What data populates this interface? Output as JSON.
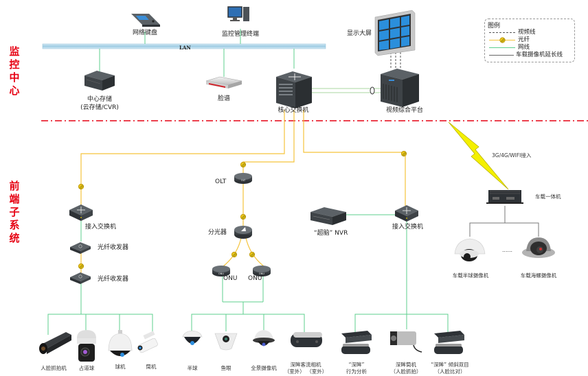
{
  "sections": {
    "control_center": "监控中心",
    "front_end": "前端子系统"
  },
  "legend": {
    "title": "图例",
    "items": [
      {
        "key": "video",
        "label": "视频线",
        "style": "dashed",
        "color": "#555555"
      },
      {
        "key": "fiber",
        "label": "光纤",
        "style": "solid-with-node",
        "color": "#f5c33b"
      },
      {
        "key": "ethernet",
        "label": "网线",
        "style": "solid",
        "color": "#5dcf8d"
      },
      {
        "key": "vehicle",
        "label": "车载摄像机延长线",
        "style": "solid",
        "color": "#666666"
      }
    ]
  },
  "colors": {
    "section_label": "#e60012",
    "divider": "#e60012",
    "fiber": "#f5c33b",
    "ethernet": "#5dcf8d",
    "lan_bus": "#a9d3e8",
    "device_dark": "#3d4246",
    "lightning": "#f4f000"
  },
  "center": {
    "lan_label": "LAN",
    "network_keyboard": "网络键盘",
    "mgmt_terminal": "监控管理终端",
    "central_storage": "中心存储",
    "central_storage_sub": "(云存储/CVR)",
    "face_library": "脸谱",
    "core_switch": "核心交换机",
    "video_wall": "显示大屏",
    "video_platform": "视频综合平台"
  },
  "front": {
    "left_branch": {
      "access_switch": "接入交换机",
      "transceiver_1": "光纤收发器",
      "transceiver_2": "光纤收发器"
    },
    "middle_branch": {
      "olt": "OLT",
      "olt_badge": "OLT",
      "splitter": "分光器",
      "onu_1": "ONU",
      "onu_2": "ONU",
      "onu_badge": "ONU"
    },
    "right_branch": {
      "nvr": "“超脑” NVR",
      "access_switch": "接入交换机"
    },
    "vehicle": {
      "wireless": "3G/4G/WIFI接入",
      "mobile_unit": "车载一体机",
      "cam_1": "车载半球摄像机",
      "ellipsis": "……",
      "cam_2": "车载海螺摄像机"
    },
    "cameras": [
      {
        "label": "人脸抓拍机",
        "sub": ""
      },
      {
        "label": "占道球",
        "sub": ""
      },
      {
        "label": "球机",
        "sub": ""
      },
      {
        "label": "筒机",
        "sub": ""
      },
      {
        "label": "半球",
        "sub": ""
      },
      {
        "label": "鱼眼",
        "sub": ""
      },
      {
        "label": "全景摄像机",
        "sub": ""
      },
      {
        "label": "深眸客流相机",
        "sub": "（室外） （室外）"
      },
      {
        "label": "“深眸”",
        "sub": "行为分析"
      },
      {
        "label": "深眸筒机",
        "sub": "（人脸抓拍）"
      },
      {
        "label": "“深眸” 倾斜双目",
        "sub": "（人脸比对）"
      }
    ]
  }
}
